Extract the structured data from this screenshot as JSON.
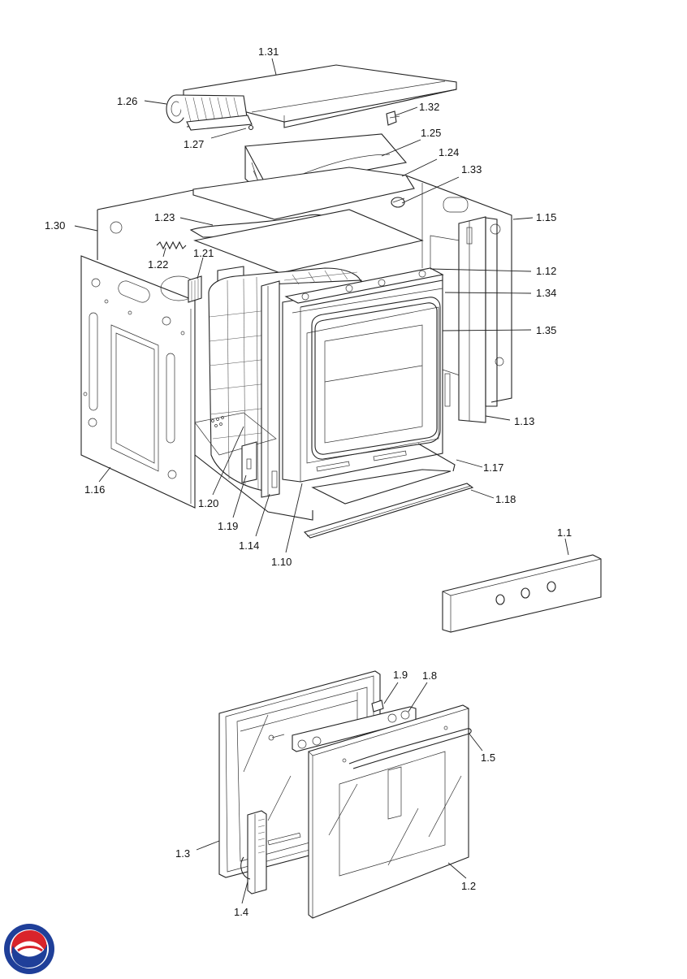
{
  "callouts": {
    "c1_31": "1.31",
    "c1_26": "1.26",
    "c1_32": "1.32",
    "c1_27": "1.27",
    "c1_25": "1.25",
    "c1_24": "1.24",
    "c1_33": "1.33",
    "c1_30": "1.30",
    "c1_23": "1.23",
    "c1_15": "1.15",
    "c1_22": "1.22",
    "c1_21": "1.21",
    "c1_12": "1.12",
    "c1_34": "1.34",
    "c1_35": "1.35",
    "c1_13": "1.13",
    "c1_16": "1.16",
    "c1_17": "1.17",
    "c1_20": "1.20",
    "c1_18": "1.18",
    "c1_19": "1.19",
    "c1_14": "1.14",
    "c1_10": "1.10",
    "c1_1": "1.1",
    "c1_9": "1.9",
    "c1_8": "1.8",
    "c1_5": "1.5",
    "c1_3": "1.3",
    "c1_2": "1.2",
    "c1_4": "1.4"
  },
  "icons": {
    "logo": "circular-brand-logo",
    "logo_colors": [
      "#1f3f99",
      "#d9242b"
    ]
  }
}
